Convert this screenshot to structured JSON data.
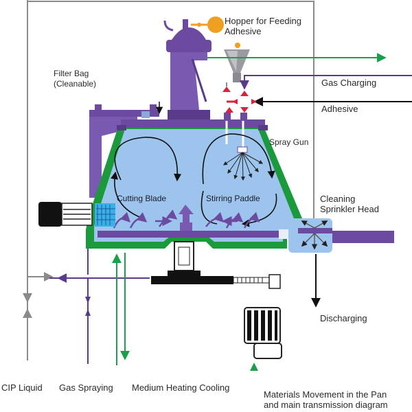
{
  "labels": {
    "hopper_line1": "Hopper for Feeding",
    "hopper_line2": "Adhesive",
    "filter_line1": "Filter Bag",
    "filter_line2": "(Cleanable)",
    "gas_charging": "Gas Charging",
    "adhesive": "Adhesive",
    "spray_gun": "Spray Gun",
    "cutting_blade": "Cutting Blade",
    "stirring_paddle": "Stirring Paddle",
    "cleaning_line1": "Cleaning",
    "cleaning_line2": "Sprinkler Head",
    "discharging": "Discharging",
    "cip_liquid": "CIP Liquid",
    "gas_spraying": "Gas Spraying",
    "medium_heating_cooling": "Medium Heating Cooling",
    "caption_line1": "Materials Movement in the Pan",
    "caption_line2": "and main transmission diagram"
  },
  "colors": {
    "vessel_fill": "#9cc4ec",
    "vessel_purple": "#6b4aa0",
    "jacket_green": "#1a9a3a",
    "flow_green": "#1aa04a",
    "flow_purple": "#5a3a8a",
    "frame_gray": "#8a8a8a",
    "hopper_orange": "#f0a020",
    "adhesive_red": "#e0203a"
  }
}
